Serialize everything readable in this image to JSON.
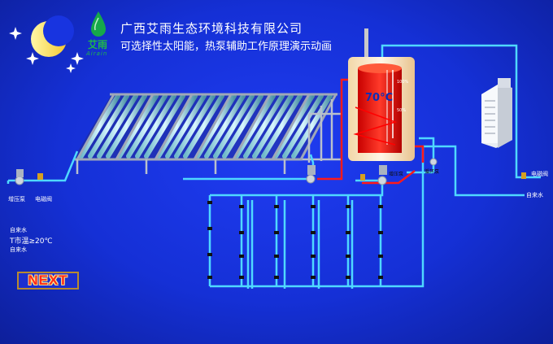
{
  "header": {
    "company": "广西艾雨生态环境科技有限公司",
    "subtitle": "可选择性太阳能，热泵辅助工作原理演示动画"
  },
  "logo": {
    "text": "艾雨",
    "sub": "Airain",
    "color": "#1fb84a"
  },
  "tank": {
    "temperature": "70°C",
    "level_full": "100%",
    "level_half": "50%"
  },
  "labels": {
    "boost_pump_left": "增压泵",
    "solenoid_valve_left": "电磁阀",
    "cold_water_top": "自来水",
    "temp_condition": "T市温≥20℃",
    "cold_water_bottom": "自来水",
    "boost_pump_mid": "增压泵",
    "circulation_pump": "循环泵",
    "solenoid_valve_right": "电磁阀",
    "cold_water_right": "自来水"
  },
  "controls": {
    "next_label": "NEXT"
  },
  "colors": {
    "pipe_cold": "#4fd8ff",
    "pipe_hot": "#ff1a1a",
    "background": "#1530d6"
  }
}
